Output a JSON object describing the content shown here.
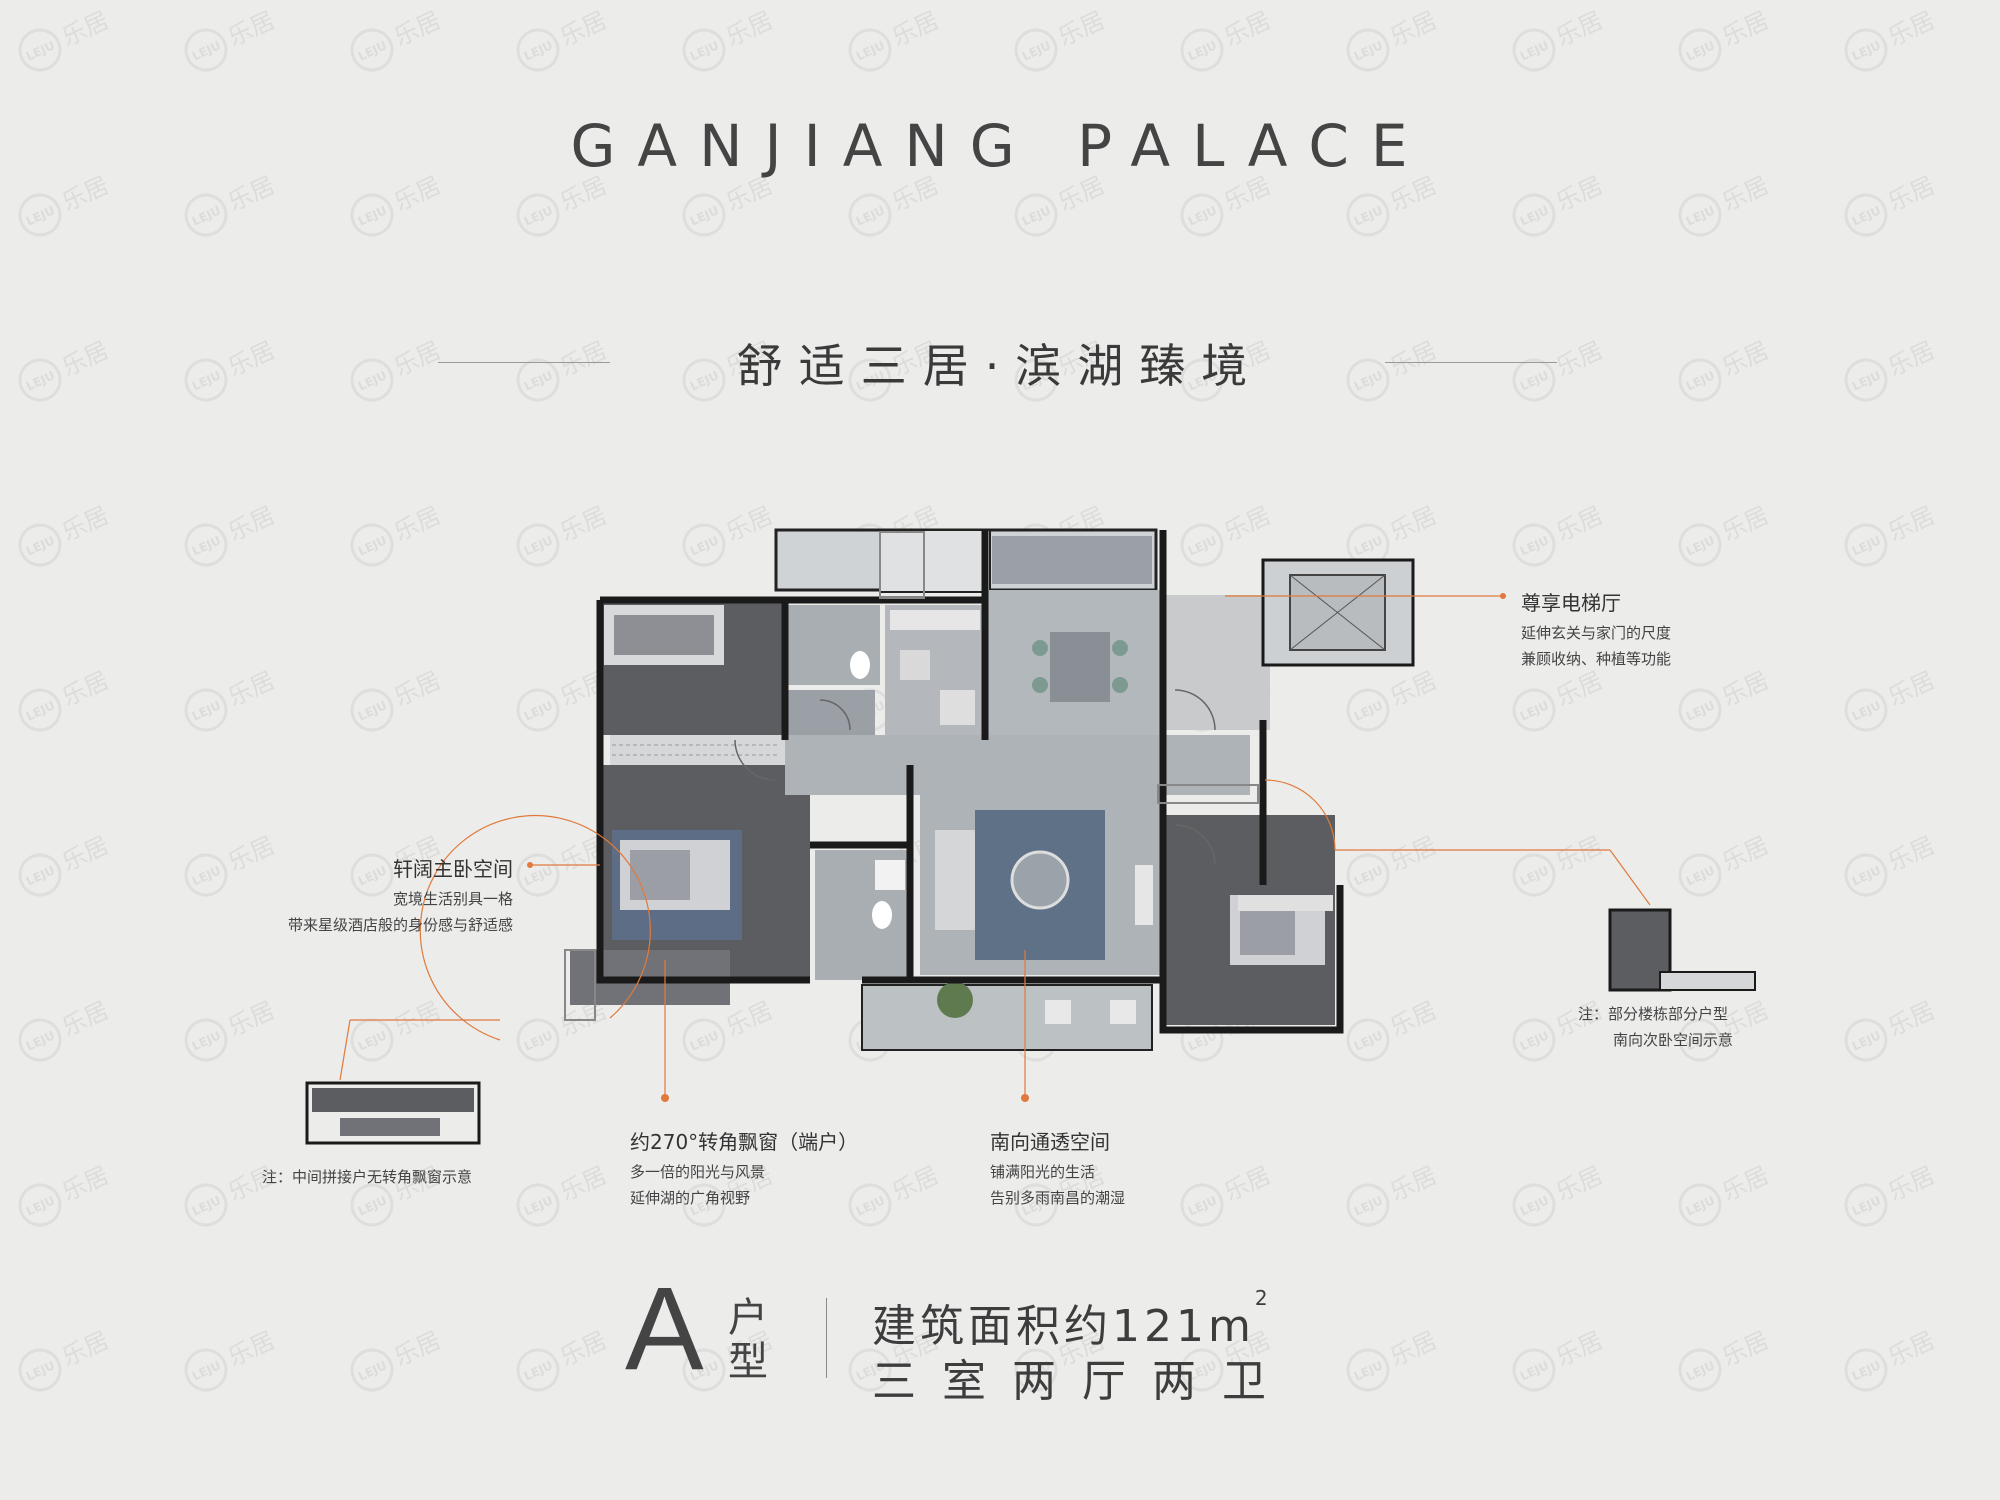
{
  "brand": {
    "title": "GANJIANG PALACE"
  },
  "headline": "舒适三居·滨湖臻境",
  "callouts": {
    "elevator": {
      "title": "尊享电梯厅",
      "lines": [
        "延伸玄关与家门的尺度",
        "兼顾收纳、种植等功能"
      ]
    },
    "master": {
      "title": "轩阔主卧空间",
      "lines": [
        "宽境生活别具一格",
        "带来星级酒店般的身份感与舒适感"
      ]
    },
    "bay_window": {
      "title": "约270°转角飘窗（端户）",
      "lines": [
        "多一倍的阳光与风景",
        "延伸湖的广角视野"
      ]
    },
    "south": {
      "title": "南向通透空间",
      "lines": [
        "铺满阳光的生活",
        "告别多雨南昌的潮湿"
      ]
    }
  },
  "notes": {
    "left": "注：中间拼接户无转角飘窗示意",
    "right_line1": "注：部分楼栋部分户型",
    "right_line2": "南向次卧空间示意"
  },
  "unit": {
    "letter": "A",
    "type_char1": "户",
    "type_char2": "型",
    "area_text": "建筑面积约121m",
    "area_sup": "2",
    "rooms": "三室两厅两卫"
  },
  "colors": {
    "accent": "#e07a3c",
    "background": "#ececeb",
    "floor_dark": "#5c5d61",
    "floor_tile": "#aeb3b7",
    "wall": "#1a1a1a"
  },
  "watermark": {
    "label": "LEJU",
    "logo_text": "乐居"
  }
}
